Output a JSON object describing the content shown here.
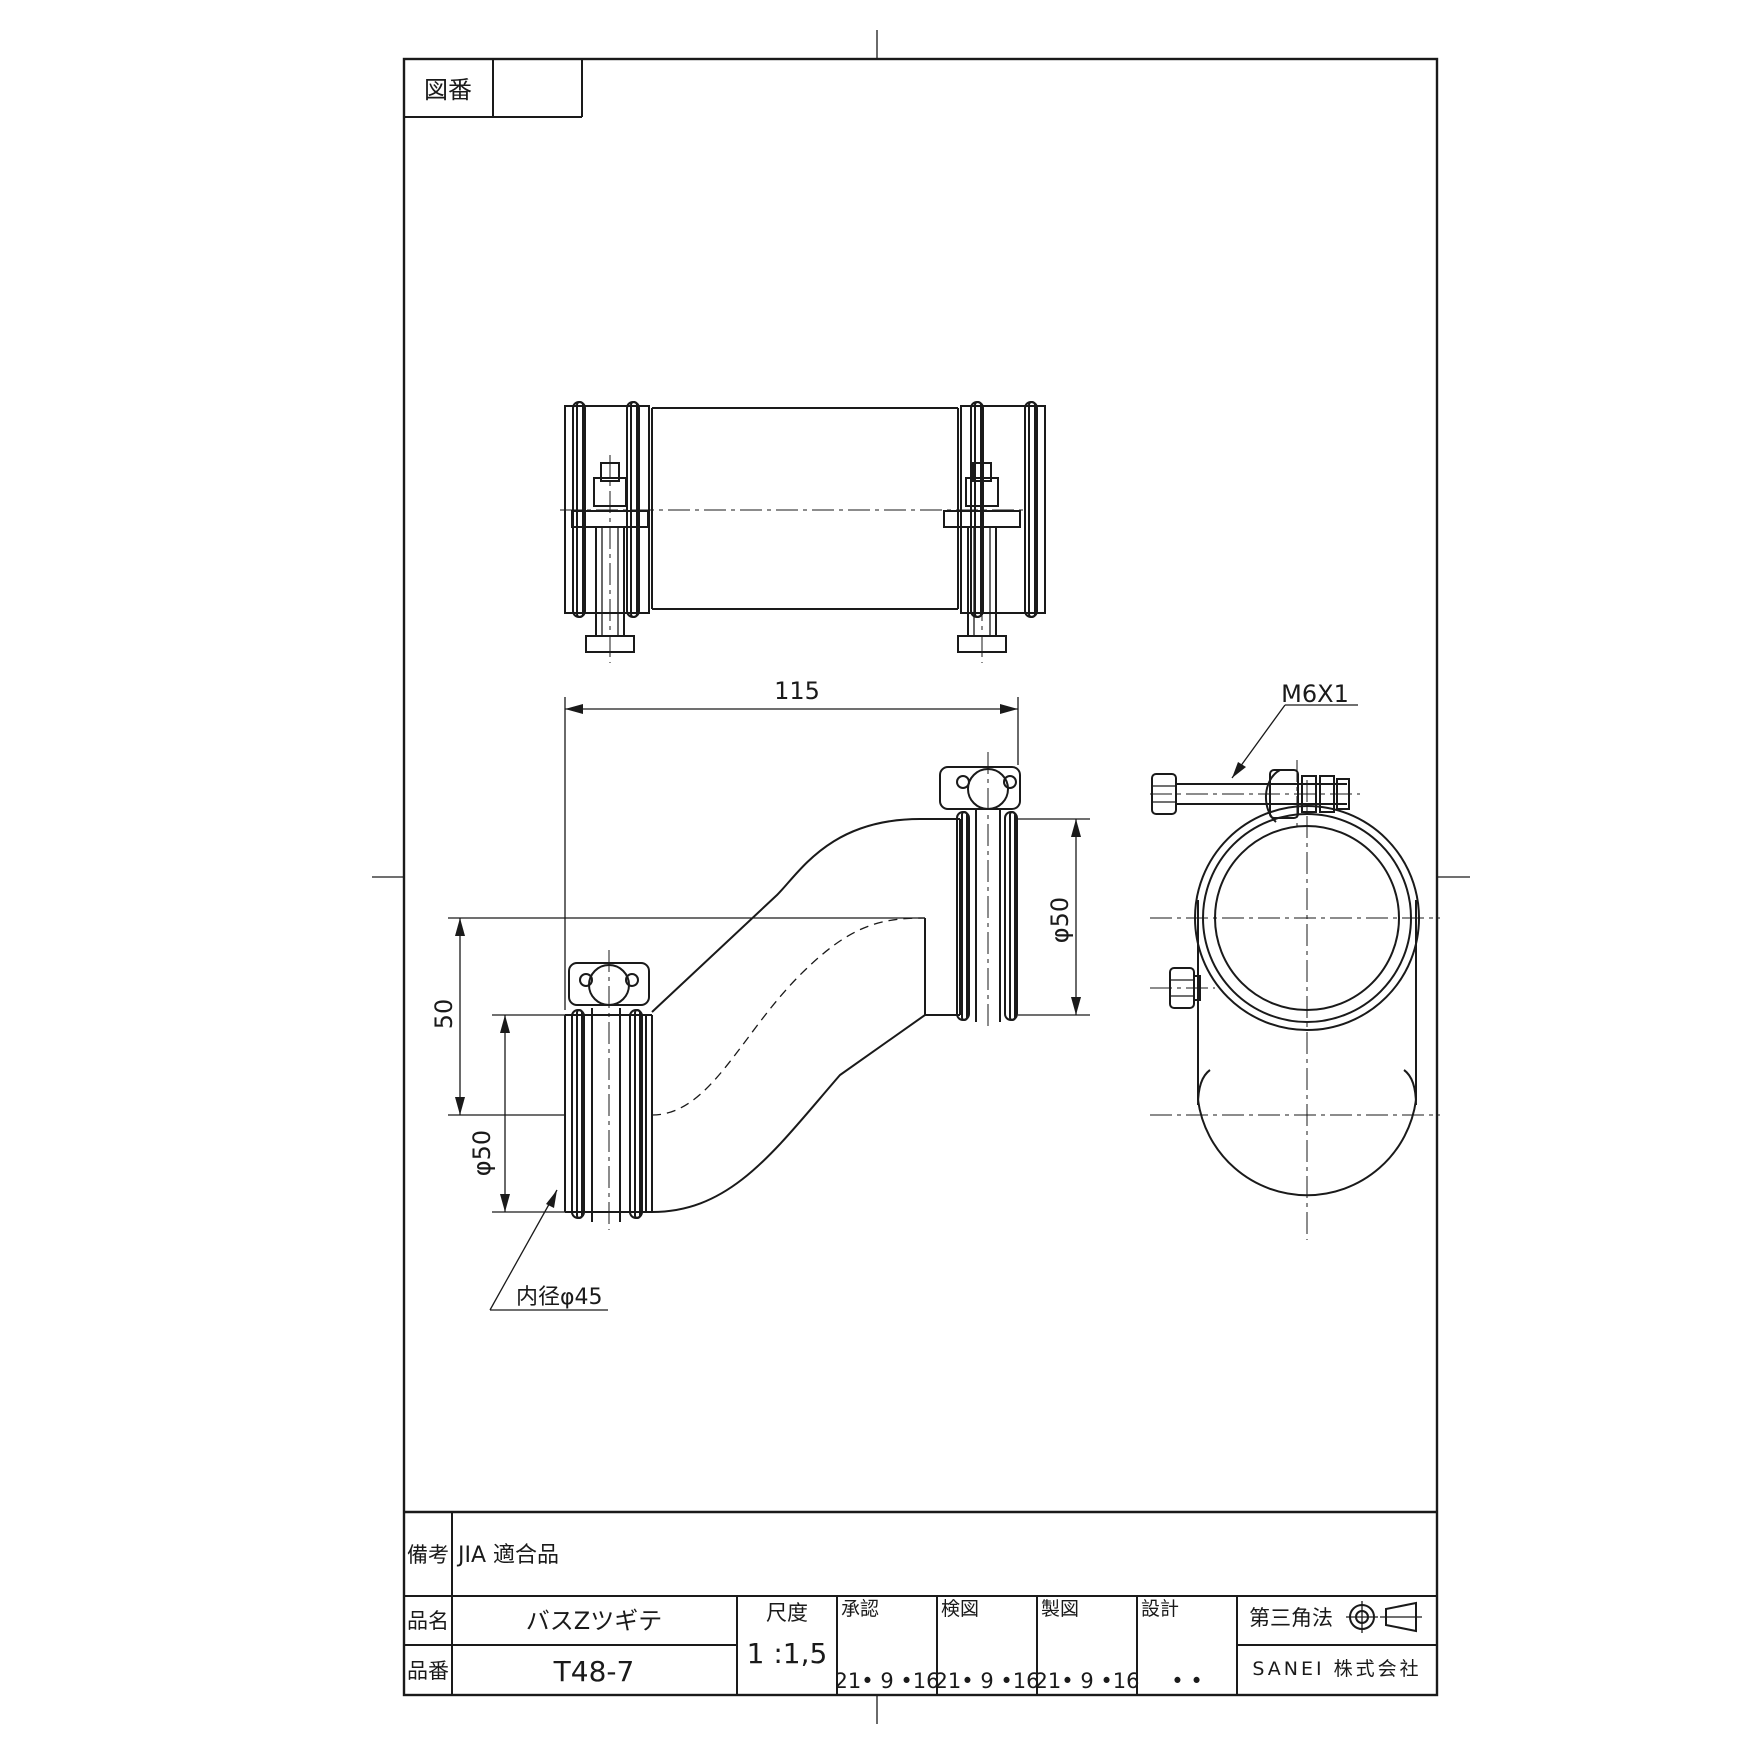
{
  "drawing_number_label": "図番",
  "drawing_number_value": "",
  "dimensions": {
    "length_top": "115",
    "offset": "50",
    "diameter_left": "φ50",
    "diameter_right": "φ50",
    "inner_diameter": "内径φ45",
    "thread": "M6X1"
  },
  "title_block": {
    "remarks_label": "備考",
    "remarks_value": "JIA 適合品",
    "product_name_label": "品名",
    "product_name_value": "バスZツギテ",
    "product_number_label": "品番",
    "product_number_value": "T48-7",
    "scale_label": "尺度",
    "scale_value": "1 :1,5",
    "approved_label": "承認",
    "approved_date": "21• 9 •16",
    "checked_label": "検図",
    "checked_date": "21• 9 •16",
    "drawn_label": "製図",
    "drawn_date": "21• 9 •16",
    "design_label": "設計",
    "design_date": "•   •",
    "projection_label": "第三角法",
    "projection_icon": "third-angle-projection-icon",
    "company": "SANEI 株式会社"
  }
}
